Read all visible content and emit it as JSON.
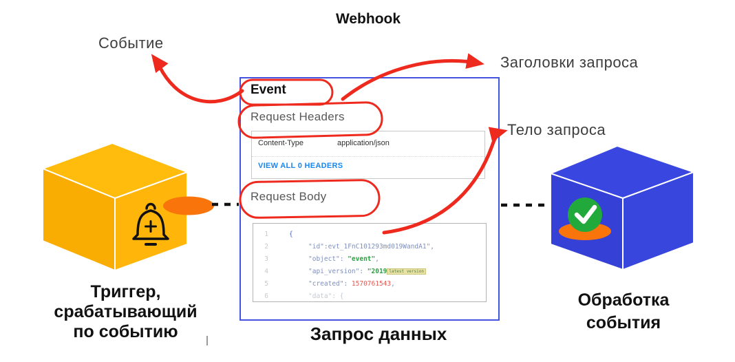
{
  "title": "Webhook",
  "annotations": {
    "event_ru": "Событие",
    "request_headers_ru": "Заголовки запроса",
    "request_body_ru": "Тело запроса"
  },
  "nodes": {
    "trigger_label_lines": [
      "Триггер,",
      "срабатывающий",
      "по событию"
    ],
    "data_request_label": "Запрос данных",
    "processing_label_lines": [
      "Обработка",
      "события"
    ]
  },
  "panel": {
    "event_label": "Event",
    "request_headers_label": "Request Headers",
    "request_body_label": "Request Body",
    "headers_table": {
      "key": "Content-Type",
      "value": "application/json",
      "link": "VIEW ALL 0 HEADERS"
    },
    "code": {
      "lines": [
        {
          "n": "1",
          "indent": 30,
          "parts": [
            {
              "t": "{",
              "c": "brace"
            }
          ]
        },
        {
          "n": "2",
          "indent": 58,
          "parts": [
            {
              "t": "\"id\":evt_1FnC101293md019WandA1\",",
              "c": "key"
            }
          ]
        },
        {
          "n": "3",
          "indent": 58,
          "parts": [
            {
              "t": "\"object\": ",
              "c": "key"
            },
            {
              "t": "\"event\"",
              "c": "green"
            },
            {
              "t": ",",
              "c": "key"
            }
          ]
        },
        {
          "n": "4",
          "indent": 58,
          "parts": [
            {
              "t": "\"api_version\": ",
              "c": "key"
            },
            {
              "t": "\"2019",
              "c": "green"
            },
            {
              "t": "latest version",
              "c": "tag"
            }
          ]
        },
        {
          "n": "5",
          "indent": 58,
          "parts": [
            {
              "t": "\"created\": ",
              "c": "key"
            },
            {
              "t": "1570761543",
              "c": "num"
            },
            {
              "t": ",",
              "c": "key"
            }
          ]
        },
        {
          "n": "6",
          "indent": 58,
          "parts": [
            {
              "t": "\"data\": {",
              "c": "faded"
            }
          ]
        }
      ]
    }
  },
  "icons": {
    "bell_plus": "bell-plus-icon",
    "check": "check-icon"
  },
  "colors": {
    "accent_red": "#EE2A1E",
    "cube_yellow": "#FFB608",
    "cube_blue": "#3A46DE",
    "orange": "#F9740B",
    "green": "#21A93C",
    "link_blue": "#1887F0",
    "panel_border": "#4353E0"
  }
}
